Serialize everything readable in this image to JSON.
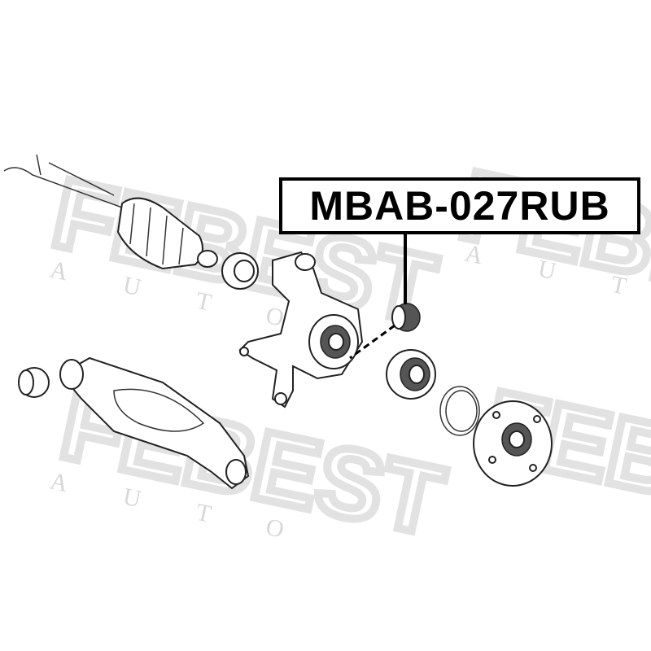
{
  "part_number": "MBAB-027RUB",
  "watermark": {
    "brand": "FEBEST",
    "sub": "AUTO"
  },
  "colors": {
    "line": "#000000",
    "watermark": "#e0e0e0",
    "background": "#ffffff"
  }
}
